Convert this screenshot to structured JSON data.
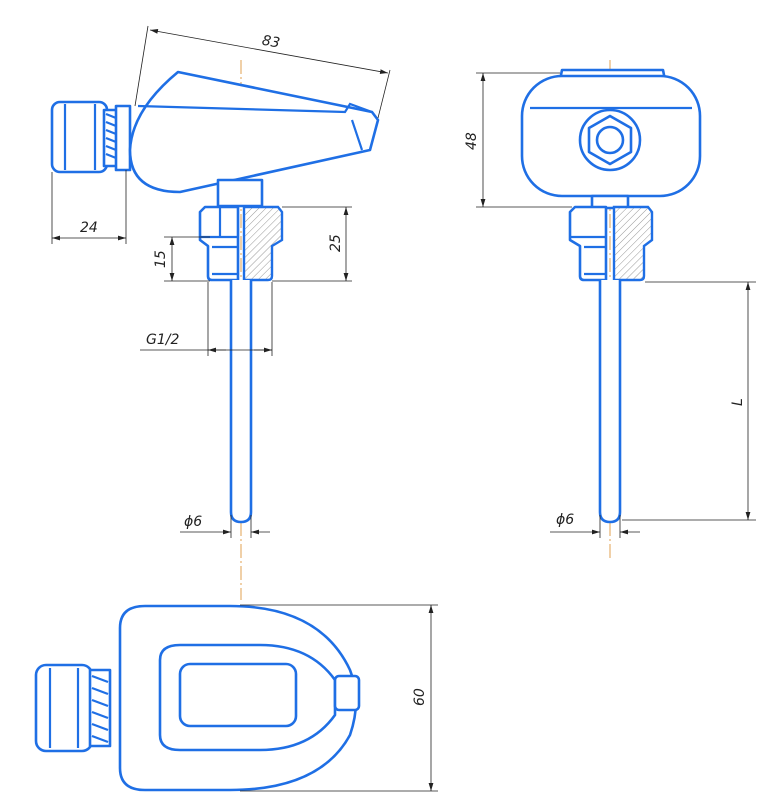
{
  "title": "Temperature sensor with connection head - dimensional drawing",
  "colors": {
    "outline": "#1f6fe5",
    "dimension": "#222222",
    "centerline": "#e0a050"
  },
  "side_view": {
    "dim_length": "83",
    "dim_gland": "24",
    "dim_thread_length": "15",
    "dim_fitting_height": "25",
    "dim_thread": "G1/2",
    "dim_stem_diameter": "ϕ6"
  },
  "front_view": {
    "dim_height": "48",
    "dim_immersion_length": "L",
    "dim_stem_diameter": "ϕ6"
  },
  "top_view": {
    "dim_width": "60"
  }
}
